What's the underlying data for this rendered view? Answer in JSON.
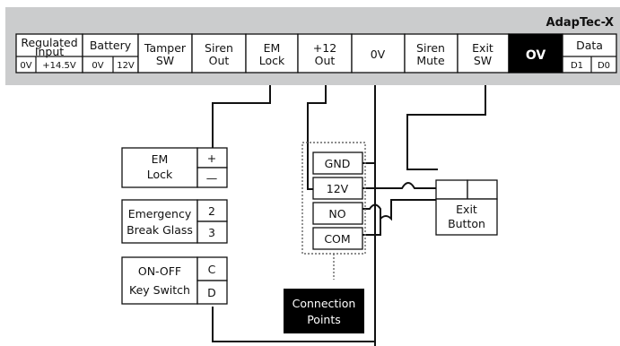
{
  "brand": "AdapTec-X",
  "terminals": {
    "regulated_input": {
      "line1": "Regulated",
      "line2": "Input",
      "sub1": "0V",
      "sub2": "+14.5V"
    },
    "battery": {
      "line1": "Battery",
      "sub1": "0V",
      "sub2": "12V"
    },
    "tamper_sw": {
      "line1": "Tamper",
      "line2": "SW"
    },
    "siren_out": {
      "line1": "Siren",
      "line2": "Out"
    },
    "em_lock": {
      "line1": "EM",
      "line2": "Lock"
    },
    "plus12_out": {
      "line1": "+12",
      "line2": "Out"
    },
    "zero_v": {
      "label": "0V"
    },
    "siren_mute": {
      "line1": "Siren",
      "line2": "Mute"
    },
    "exit_sw": {
      "line1": "Exit",
      "line2": "SW"
    },
    "zero_v_highlight": {
      "label": "OV"
    },
    "data": {
      "line1": "Data",
      "sub1": "D1",
      "sub2": "D0"
    }
  },
  "components": {
    "em_lock": {
      "line1": "EM",
      "line2": "Lock",
      "t1": "+",
      "t2": "—"
    },
    "break_glass": {
      "line1": "Emergency",
      "line2": "Break Glass",
      "t1": "2",
      "t2": "3"
    },
    "key_switch": {
      "line1": "ON-OFF",
      "line2": "Key Switch",
      "t1": "C",
      "t2": "D"
    },
    "relay": {
      "gnd": "GND",
      "v12": "12V",
      "no": "NO",
      "com": "COM"
    },
    "exit_button": {
      "line1": "Exit",
      "line2": "Button"
    }
  },
  "callout": {
    "line1": "Connection",
    "line2": "Points"
  },
  "colors": {
    "bar": "#cbcccd",
    "highlight": "#000000",
    "line": "#111111"
  }
}
